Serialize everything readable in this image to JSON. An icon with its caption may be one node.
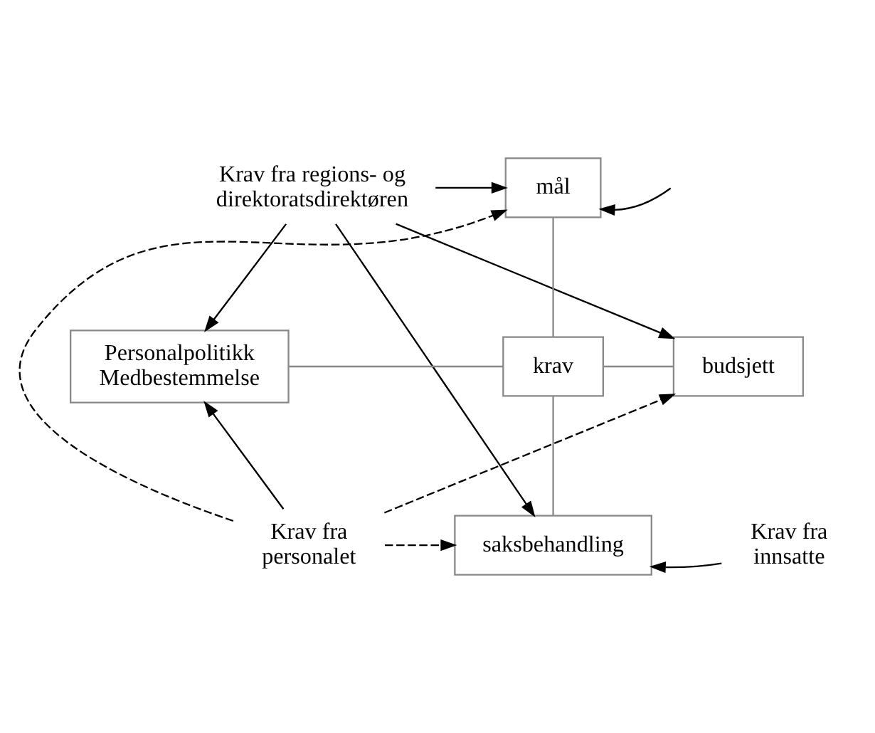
{
  "diagram": {
    "nodes": [
      {
        "text": [
          "Krav fra regions- og direktoratsdirektøren"
        ]
      },
      {
        "text": [
          "mål"
        ]
      },
      {
        "text": [
          "krav"
        ]
      },
      {
        "text": [
          "budsjett"
        ]
      },
      {
        "text": [
          "Personalpolitikk",
          "Medbestemmelse"
        ]
      },
      {
        "text": [
          "saksbehandling"
        ]
      },
      {
        "text": [
          "Krav fra personalet"
        ]
      },
      {
        "text": [
          "Krav fra innsatte"
        ]
      }
    ],
    "edges": [
      {
        "from": 0,
        "to": 1,
        "arrow": "to"
      },
      {
        "from": null,
        "to": 1,
        "arrow": "to"
      },
      {
        "from": 0,
        "to": 4,
        "arrow": "to"
      },
      {
        "from": 0,
        "to": 3,
        "arrow": "to"
      },
      {
        "from": 0,
        "to": 5,
        "arrow": "to"
      },
      {
        "from": 1,
        "to": 2,
        "arrow": "none",
        "color": "#888888"
      },
      {
        "from": 4,
        "to": 2,
        "arrow": "none",
        "color": "#888888"
      },
      {
        "from": 2,
        "to": 3,
        "arrow": "none",
        "color": "#888888"
      },
      {
        "from": 2,
        "to": 5,
        "arrow": "none",
        "color": "#888888"
      },
      {
        "from": 6,
        "to": 4,
        "arrow": "to"
      },
      {
        "from": 6,
        "to": 1,
        "arrow": "to",
        "style": "dashed"
      },
      {
        "from": 6,
        "to": 3,
        "arrow": "to",
        "style": "dashed"
      },
      {
        "from": 6,
        "to": 5,
        "arrow": "to",
        "style": "dashed"
      },
      {
        "from": 7,
        "to": 5,
        "arrow": "to"
      }
    ]
  }
}
